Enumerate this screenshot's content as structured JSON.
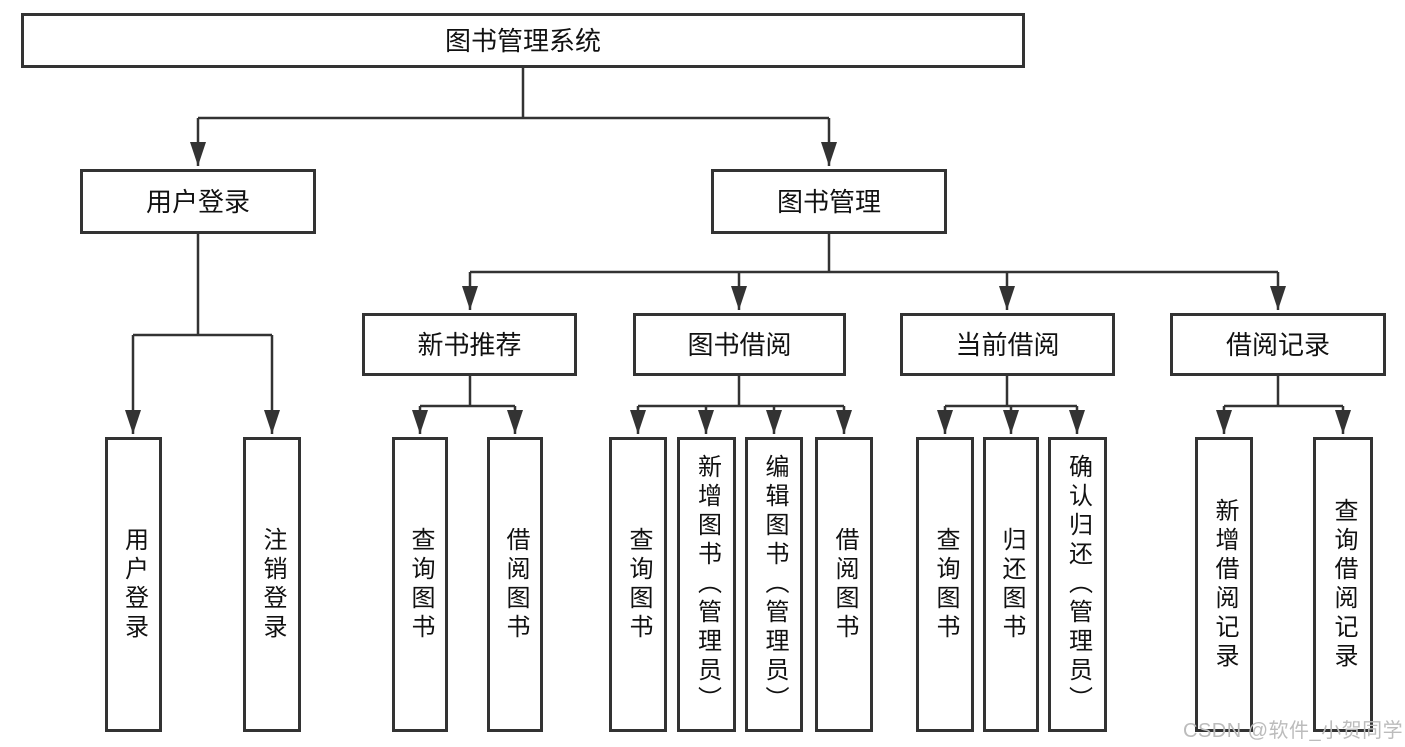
{
  "tree": {
    "label": "图书管理系统",
    "children": [
      {
        "label": "用户登录",
        "children": [
          {
            "label": "用户登录"
          },
          {
            "label": "注销登录"
          }
        ]
      },
      {
        "label": "图书管理",
        "children": [
          {
            "label": "新书推荐",
            "children": [
              {
                "label": "查询图书"
              },
              {
                "label": "借阅图书"
              }
            ]
          },
          {
            "label": "图书借阅",
            "children": [
              {
                "label": "查询图书"
              },
              {
                "label": "新增图书（管理员）"
              },
              {
                "label": "编辑图书（管理员）"
              },
              {
                "label": "借阅图书"
              }
            ]
          },
          {
            "label": "当前借阅",
            "children": [
              {
                "label": "查询图书"
              },
              {
                "label": "归还图书"
              },
              {
                "label": "确认归还（管理员）"
              }
            ]
          },
          {
            "label": "借阅记录",
            "children": [
              {
                "label": "新增借阅记录"
              },
              {
                "label": "查询借阅记录"
              }
            ]
          }
        ]
      }
    ]
  },
  "watermark": "CSDN @软件_小贺同学",
  "colors": {
    "line": "#333333",
    "text": "#111111",
    "watermark": "#bcbcbc",
    "background": "#ffffff"
  }
}
